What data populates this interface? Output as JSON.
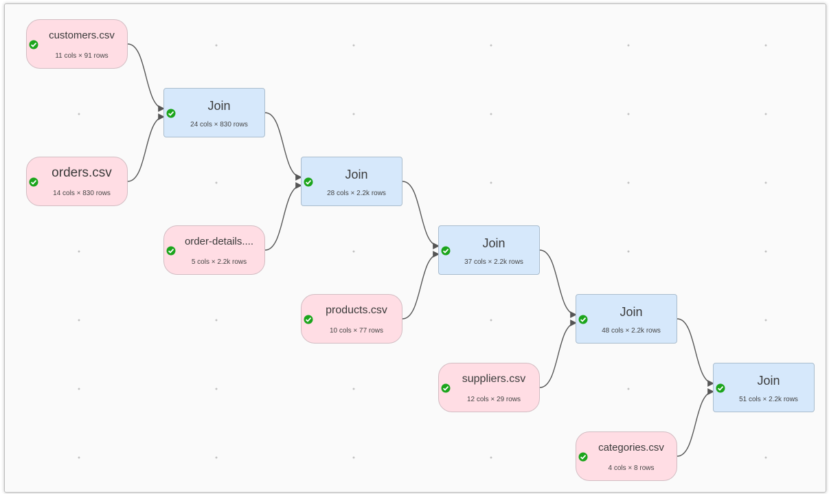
{
  "nodes": {
    "customers": {
      "title": "customers.csv",
      "meta": "11 cols × 91 rows"
    },
    "orders": {
      "title": "orders.csv",
      "meta": "14 cols × 830 rows"
    },
    "orderdet": {
      "title": "order-details....",
      "meta": "5 cols × 2.2k rows"
    },
    "products": {
      "title": "products.csv",
      "meta": "10 cols × 77 rows"
    },
    "suppliers": {
      "title": "suppliers.csv",
      "meta": "12 cols × 29 rows"
    },
    "categories": {
      "title": "categories.csv",
      "meta": "4 cols × 8 rows"
    },
    "join1": {
      "title": "Join",
      "meta": "24 cols × 830 rows"
    },
    "join2": {
      "title": "Join",
      "meta": "28 cols × 2.2k rows"
    },
    "join3": {
      "title": "Join",
      "meta": "37 cols × 2.2k rows"
    },
    "join4": {
      "title": "Join",
      "meta": "48 cols × 2.2k rows"
    },
    "join5": {
      "title": "Join",
      "meta": "51 cols × 2.2k rows"
    }
  },
  "edges": [
    [
      "customers",
      "join1"
    ],
    [
      "orders",
      "join1"
    ],
    [
      "join1",
      "join2"
    ],
    [
      "orderdet",
      "join2"
    ],
    [
      "join2",
      "join3"
    ],
    [
      "products",
      "join3"
    ],
    [
      "join3",
      "join4"
    ],
    [
      "suppliers",
      "join4"
    ],
    [
      "join4",
      "join5"
    ],
    [
      "categories",
      "join5"
    ]
  ],
  "colors": {
    "source_fill": "#ffdde4",
    "join_fill": "#d6e8fb",
    "status_ok": "#1ca51c",
    "edge": "#555555"
  },
  "status_icon": "check-circle-icon"
}
